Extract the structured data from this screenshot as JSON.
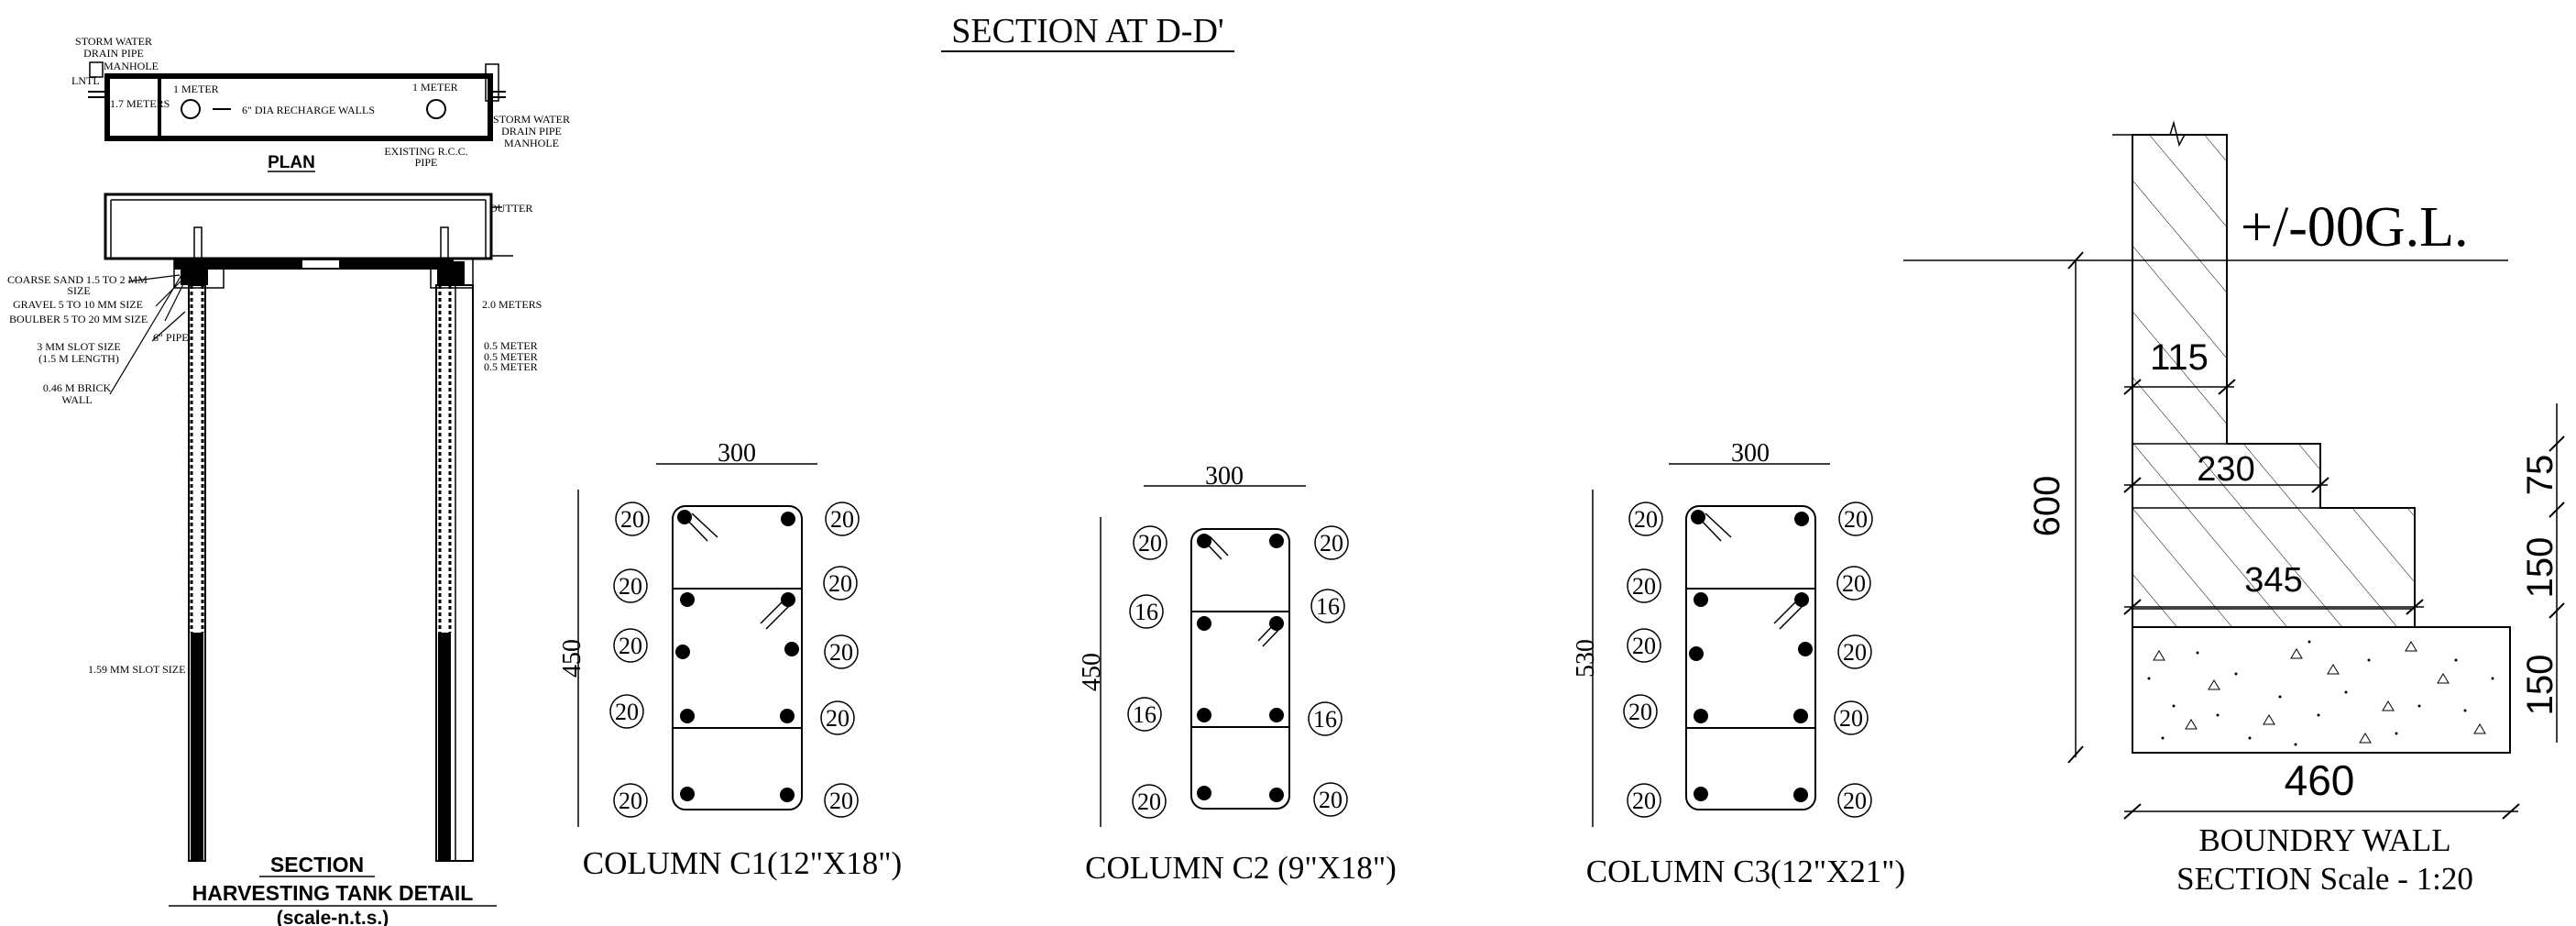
{
  "title": "SECTION AT D-D'",
  "plan": {
    "title": "PLAN",
    "labels": {
      "storm_top_1": "STORM WATER",
      "storm_top_2": "DRAIN PIPE",
      "storm_top_3": "MANHOLE",
      "lntl": "LNTL",
      "one_meter_left": "1 METER",
      "one_meter_right": "1 METER",
      "depth": "1.7 METERS",
      "recharge": "6\" DIA RECHARGE WALLS",
      "storm_right_1": "STORM WATER",
      "storm_right_2": "DRAIN PIPE",
      "storm_right_3": "MANHOLE",
      "existing_1": "EXISTING R.C.C.",
      "existing_2": "PIPE"
    }
  },
  "section": {
    "title_1": "SECTION",
    "title_2": "HARVESTING TANK DETAIL",
    "title_3": "(scale-n.t.s.)",
    "labels": {
      "outter": "OUTTER",
      "coarse_1": "COARSE SAND 1.5 TO 2 MM",
      "coarse_2": "SIZE",
      "gravel": "GRAVEL 5 TO 10 MM SIZE",
      "boulder": "BOULBER 5 TO 20 MM SIZE",
      "pipe": "6\" PIPE",
      "slot_1": "3 MM SLOT SIZE",
      "slot_2": "(1.5 M LENGTH)",
      "brick_1": "0.46 M BRICK",
      "brick_2": "WALL",
      "two_m": "2.0 METERS",
      "half_1": "0.5 METER",
      "half_2": "0.5 METER",
      "half_3": "0.5 METER",
      "slot159": "1.59 MM SLOT SIZE"
    }
  },
  "columns": [
    {
      "caption": "COLUMN C1(12\"X18\")",
      "width": "300",
      "height": "450",
      "left_bars": [
        "20",
        "20",
        "20",
        "20",
        "20"
      ],
      "right_bars": [
        "20",
        "20",
        "20",
        "20",
        "20"
      ]
    },
    {
      "caption": "COLUMN C2 (9\"X18\")",
      "width": "300",
      "height": "450",
      "left_bars": [
        "20",
        "16",
        "16",
        "20"
      ],
      "right_bars": [
        "20",
        "16",
        "16",
        "20"
      ]
    },
    {
      "caption": "COLUMN C3(12\"X21\")",
      "width": "300",
      "height": "530",
      "left_bars": [
        "20",
        "20",
        "20",
        "20",
        "20"
      ],
      "right_bars": [
        "20",
        "20",
        "20",
        "20",
        "20"
      ]
    }
  ],
  "wall": {
    "gl": "+/-00G.L.",
    "d115": "115",
    "d230": "230",
    "d345": "345",
    "d460": "460",
    "d600": "600",
    "d75": "75",
    "d150a": "150",
    "d150b": "150",
    "caption_1": "BOUNDRY WALL",
    "caption_2": "SECTION Scale - 1:20"
  }
}
